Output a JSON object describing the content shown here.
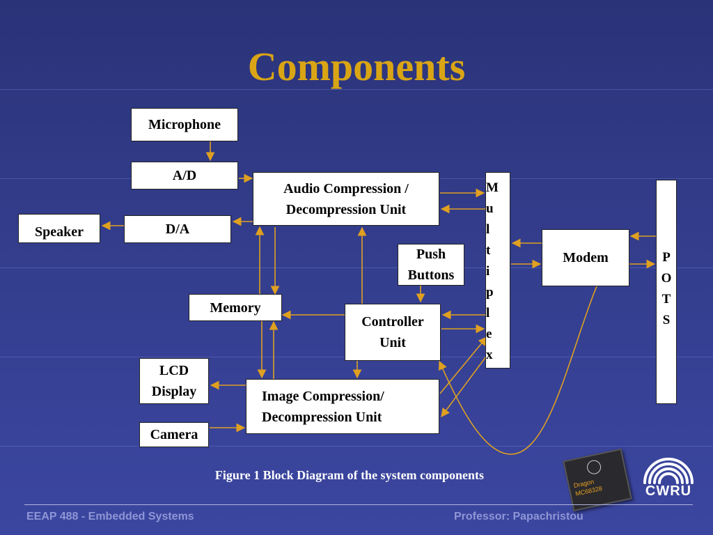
{
  "slide": {
    "title": "Components",
    "caption": "Figure 1  Block Diagram of the system components",
    "footer_left": "EEAP 488 - Embedded Systems",
    "footer_right": "Professor: Papachristou"
  },
  "blocks": {
    "microphone": "Microphone",
    "ad": "A/D",
    "da": "D/A",
    "speaker": "Speaker",
    "audio_unit": [
      "Audio Compression /",
      "Decompression Unit"
    ],
    "multiplex": [
      "M",
      "u",
      "l",
      "t",
      "i",
      "p",
      "l",
      "e",
      "x"
    ],
    "pots": [
      "P",
      "O",
      "T",
      "S"
    ],
    "modem": "Modem",
    "push_buttons": [
      "Push",
      "Buttons"
    ],
    "memory": "Memory",
    "controller": [
      "Controller",
      "Unit"
    ],
    "lcd": [
      "LCD",
      "Display"
    ],
    "camera": "Camera",
    "image_unit": [
      "Image Compression/",
      "Decompression Unit"
    ]
  },
  "logos": {
    "chip_text": [
      "Dragon",
      "MC68328"
    ],
    "university": "CWRU"
  },
  "colors": {
    "title": "#d9a515",
    "arrow": "#e0a020",
    "background": "#333d8c"
  }
}
